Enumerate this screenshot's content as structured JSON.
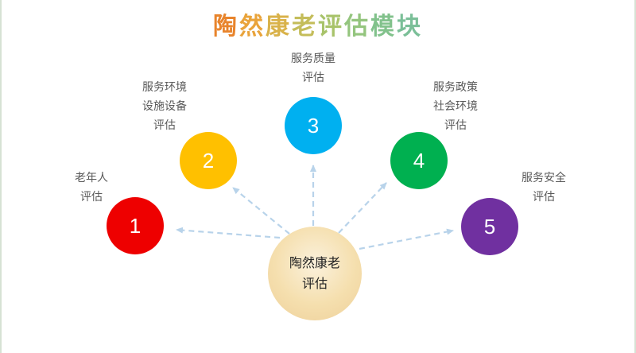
{
  "title": {
    "chars": [
      "陶",
      "然",
      "康",
      "老",
      "评",
      "估",
      "模",
      "块"
    ],
    "colors": [
      "#e8842c",
      "#e9a33a",
      "#d9b24a",
      "#c4bd5a",
      "#a8c36a",
      "#94c57e",
      "#82c28c",
      "#7bbf98"
    ]
  },
  "center": {
    "line1": "陶然康老",
    "line2": "评估"
  },
  "nodes": [
    {
      "number": "1",
      "color": "#ee0000",
      "label_lines": [
        "老年人",
        "评估"
      ]
    },
    {
      "number": "2",
      "color": "#ffc000",
      "label_lines": [
        "服务环境",
        "设施设备",
        "评估"
      ]
    },
    {
      "number": "3",
      "color": "#00b0f0",
      "label_lines": [
        "服务质量",
        "评估"
      ]
    },
    {
      "number": "4",
      "color": "#00b050",
      "label_lines": [
        "服务政策",
        "社会环境",
        "评估"
      ]
    },
    {
      "number": "5",
      "color": "#7030a0",
      "label_lines": [
        "服务安全",
        "评估"
      ]
    }
  ],
  "colors": {
    "arrow": "#b8d3ea",
    "label_text": "#595959"
  }
}
